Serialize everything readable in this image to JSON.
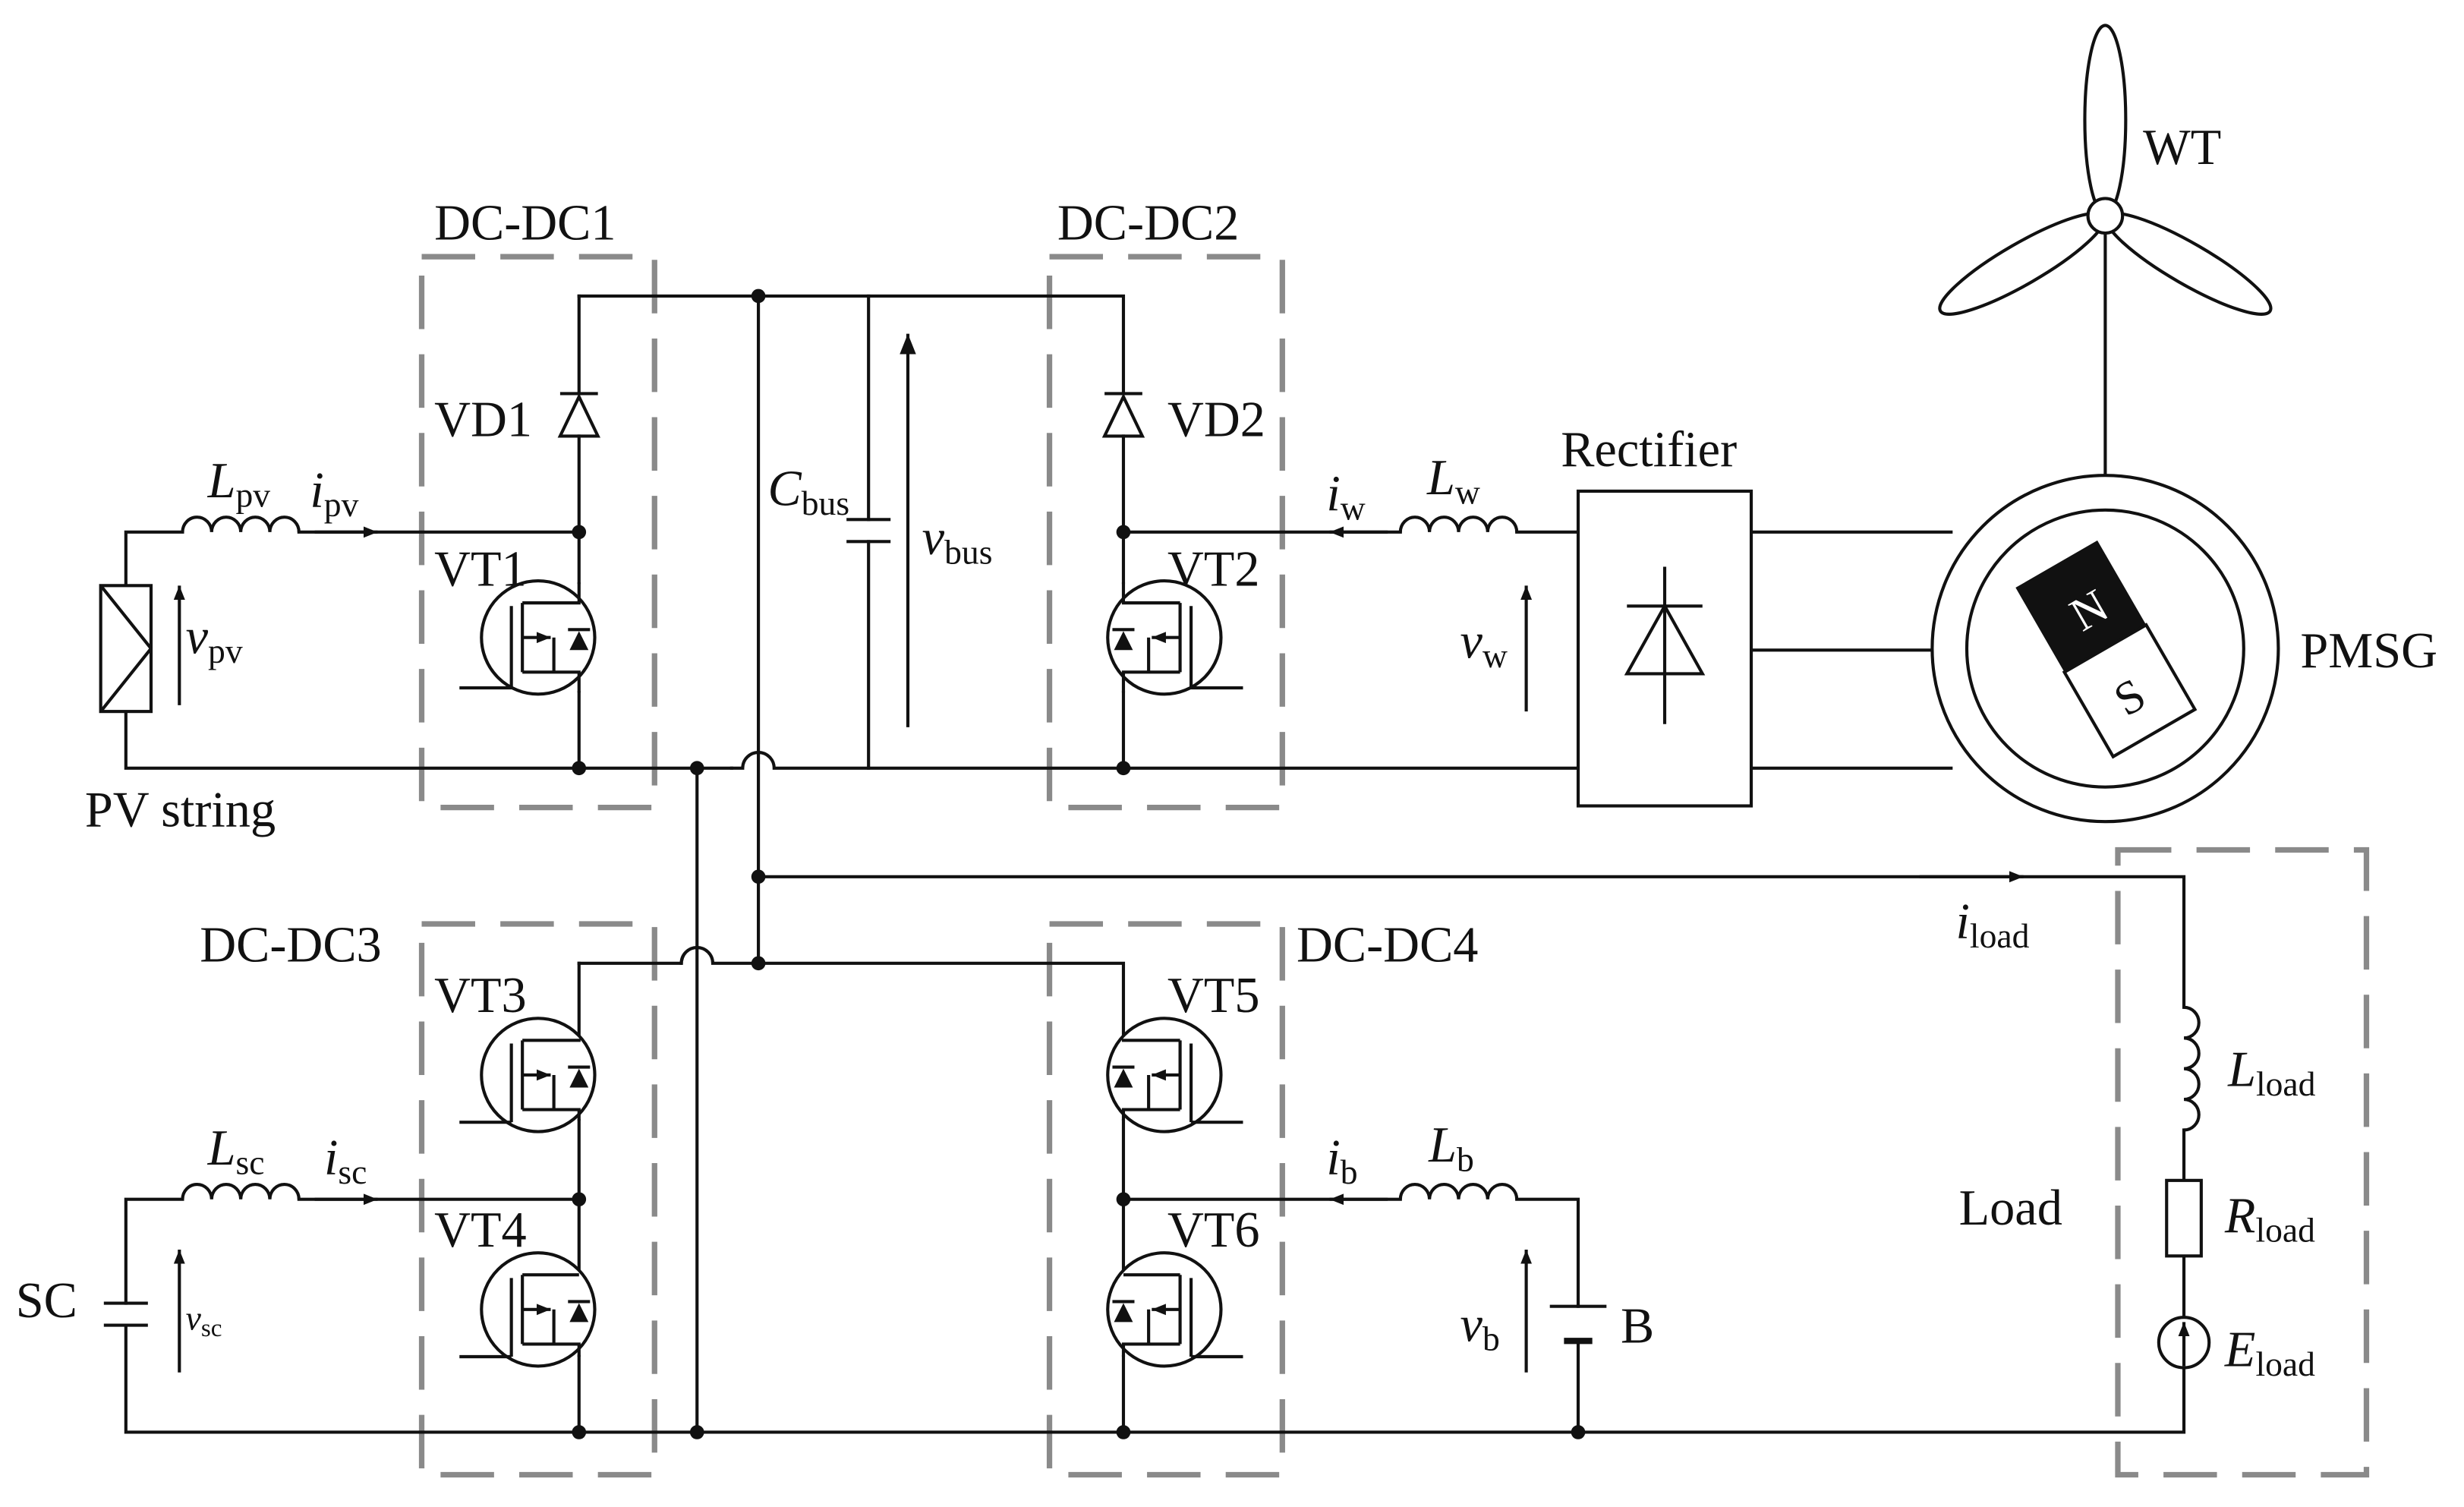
{
  "diagram": {
    "converters": {
      "dcdc1": "DC-DC1",
      "dcdc2": "DC-DC2",
      "dcdc3": "DC-DC3",
      "dcdc4": "DC-DC4"
    },
    "switches": {
      "vd1": "VD1",
      "vd2": "VD2",
      "vt1": "VT1",
      "vt2": "VT2",
      "vt3": "VT3",
      "vt4": "VT4",
      "vt5": "VT5",
      "vt6": "VT6"
    },
    "sources": {
      "pv_string": "PV string",
      "sc": "SC",
      "battery": "B",
      "rectifier": "Rectifier",
      "wt": "WT",
      "pmsg": "PMSG",
      "load": "Load",
      "magnet_n": "N",
      "magnet_s": "S"
    },
    "symbols": {
      "L_pv": {
        "main": "L",
        "sub": "pv"
      },
      "i_pv": {
        "main": "i",
        "sub": "pv"
      },
      "v_pv": {
        "main": "v",
        "sub": "pv"
      },
      "C_bus": {
        "main": "C",
        "sub": "bus"
      },
      "v_bus": {
        "main": "v",
        "sub": "bus"
      },
      "i_w": {
        "main": "i",
        "sub": "w"
      },
      "L_w": {
        "main": "L",
        "sub": "w"
      },
      "v_w": {
        "main": "v",
        "sub": "w"
      },
      "L_sc": {
        "main": "L",
        "sub": "sc"
      },
      "i_sc": {
        "main": "i",
        "sub": "sc"
      },
      "v_sc": {
        "main": "v",
        "sub": "sc"
      },
      "i_b": {
        "main": "i",
        "sub": "b"
      },
      "L_b": {
        "main": "L",
        "sub": "b"
      },
      "v_b": {
        "main": "v",
        "sub": "b"
      },
      "i_load": {
        "main": "i",
        "sub": "load"
      },
      "L_load": {
        "main": "L",
        "sub": "load"
      },
      "R_load": {
        "main": "R",
        "sub": "load"
      },
      "E_load": {
        "main": "E",
        "sub": "load"
      }
    }
  }
}
